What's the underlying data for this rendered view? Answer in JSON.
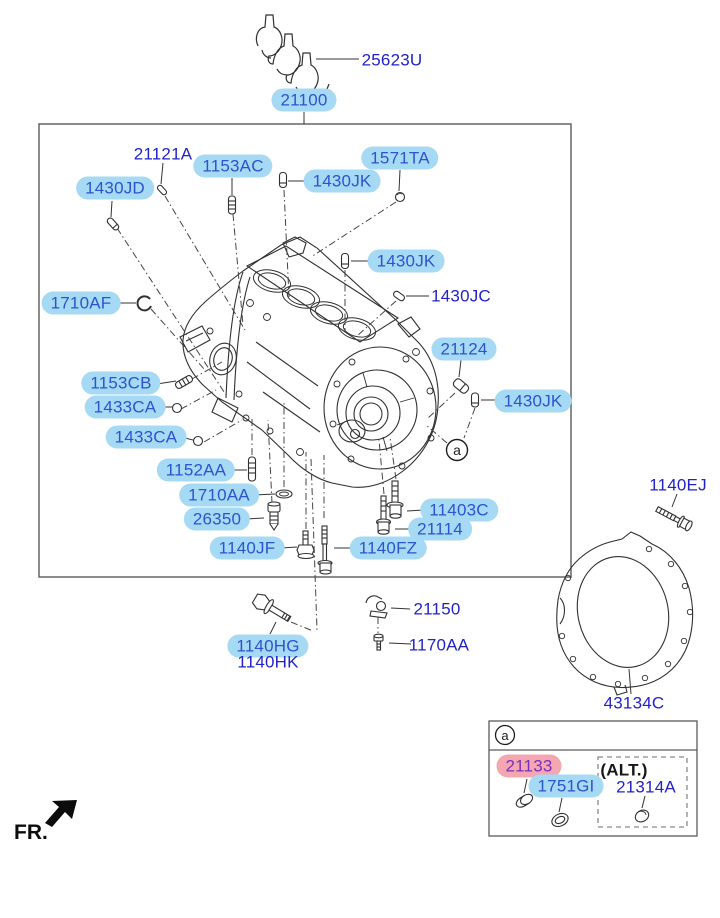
{
  "colors": {
    "bubble_fill": "#a5d9f4",
    "bubble_text": "#2b55cf",
    "plain_text": "#2222cc",
    "highlight_fill": "#f4a7b0",
    "highlight_text": "#7a2fbf",
    "black_text": "#161616",
    "line_color": "#3a3a3a"
  },
  "fr": {
    "label": "FR."
  },
  "detail_marker": "a",
  "inset": {
    "marker": "a",
    "alt_label": "(ALT.)"
  },
  "callouts": [
    {
      "text": "25623U",
      "style": "plain"
    },
    {
      "text": "21100",
      "style": "bubble"
    },
    {
      "text": "21121A",
      "style": "plain"
    },
    {
      "text": "1153AC",
      "style": "bubble"
    },
    {
      "text": "1430JD",
      "style": "bubble"
    },
    {
      "text": "1571TA",
      "style": "bubble"
    },
    {
      "text": "1430JK",
      "style": "bubble"
    },
    {
      "text": "1430JK",
      "style": "bubble"
    },
    {
      "text": "1430JC",
      "style": "plain"
    },
    {
      "text": "1710AF",
      "style": "bubble"
    },
    {
      "text": "21124",
      "style": "bubble"
    },
    {
      "text": "1153CB",
      "style": "bubble"
    },
    {
      "text": "1433CA",
      "style": "bubble"
    },
    {
      "text": "1430JK",
      "style": "bubble"
    },
    {
      "text": "1433CA",
      "style": "bubble"
    },
    {
      "text": "1152AA",
      "style": "bubble"
    },
    {
      "text": "1710AA",
      "style": "bubble"
    },
    {
      "text": "26350",
      "style": "bubble"
    },
    {
      "text": "1140JF",
      "style": "bubble"
    },
    {
      "text": "1140FZ",
      "style": "bubble"
    },
    {
      "text": "11403C",
      "style": "bubble"
    },
    {
      "text": "21114",
      "style": "bubble"
    },
    {
      "text": "21150",
      "style": "plain"
    },
    {
      "text": "1170AA",
      "style": "plain"
    },
    {
      "text": "1140HG",
      "style": "bubble"
    },
    {
      "text": "1140HK",
      "style": "plain"
    },
    {
      "text": "1140EJ",
      "style": "plain"
    },
    {
      "text": "43134C",
      "style": "plain"
    },
    {
      "text": "21133",
      "style": "highlight"
    },
    {
      "text": "1751GI",
      "style": "bubble"
    },
    {
      "text": "(ALT.)",
      "style": "black"
    },
    {
      "text": "21314A",
      "style": "plain"
    }
  ]
}
